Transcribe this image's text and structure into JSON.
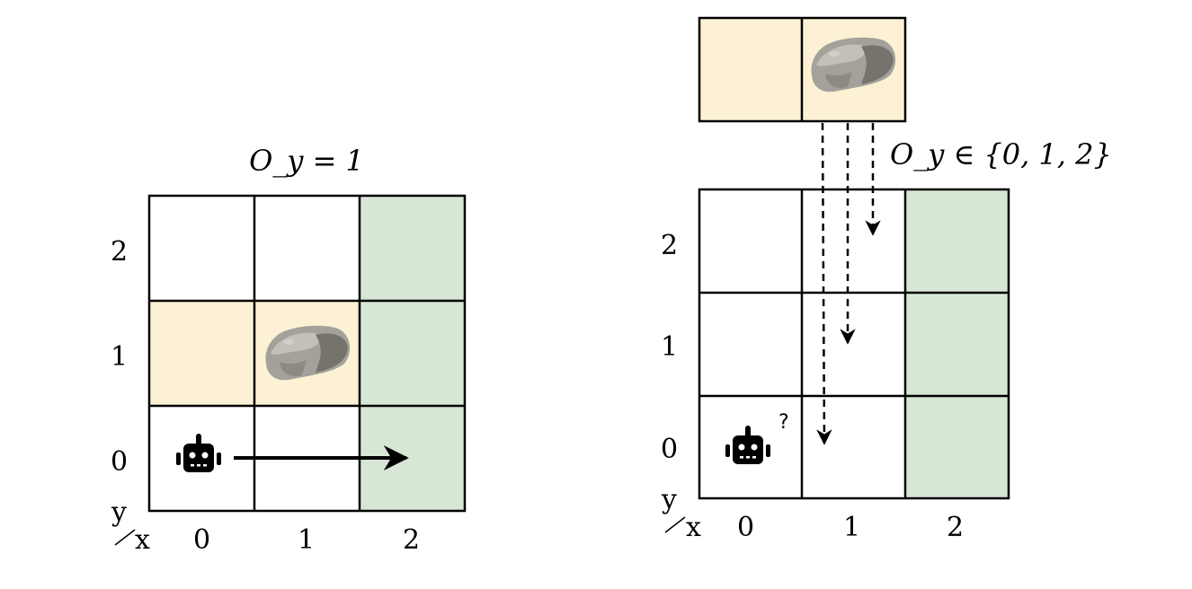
{
  "colors": {
    "highlight_row": "#fcf1d4",
    "goal_column": "#d8e6d6",
    "grid_line": "#000000",
    "rock": "#9a9890"
  },
  "left_panel": {
    "observation_label": "O_y = 1",
    "obs_main": "O",
    "obs_sub": "y",
    "obs_rest": "= 1",
    "y_ticks": [
      "2",
      "1",
      "0"
    ],
    "x_ticks": [
      "0",
      "1",
      "2"
    ],
    "axis_y": "y",
    "axis_x": "x"
  },
  "right_panel": {
    "observation_label": "O_y ∈ {0, 1, 2}",
    "obs_main": "O",
    "obs_sub": "y",
    "obs_rest": "∈ {0, 1, 2}",
    "uncertainty_mark": "?",
    "y_ticks": [
      "2",
      "1",
      "0"
    ],
    "x_ticks": [
      "0",
      "1",
      "2"
    ],
    "axis_y": "y",
    "axis_x": "x"
  }
}
